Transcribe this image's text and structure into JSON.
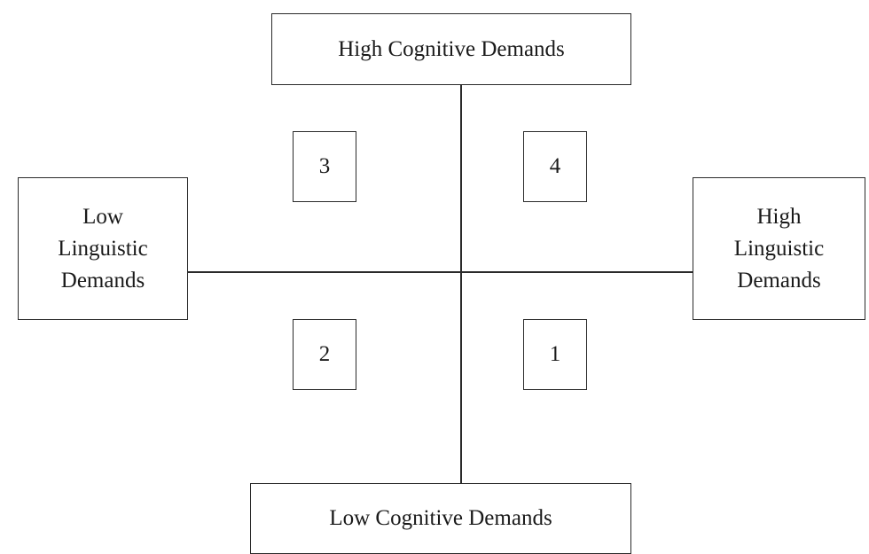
{
  "top_label": "High Cognitive Demands",
  "bottom_label": "Low Cognitive Demands",
  "left_label": [
    "Low",
    "Linguistic",
    "Demands"
  ],
  "right_label": [
    "High",
    "Linguistic",
    "Demands"
  ],
  "quadrants": {
    "upper_left": "3",
    "upper_right": "4",
    "lower_left": "2",
    "lower_right": "1"
  }
}
